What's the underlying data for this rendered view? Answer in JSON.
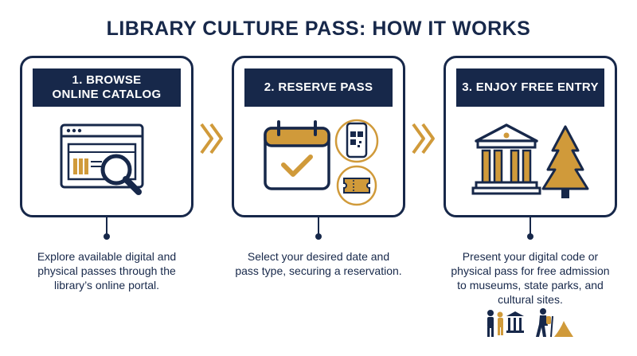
{
  "title": "LIBRARY CULTURE PASS: HOW IT WORKS",
  "steps": [
    {
      "heading_line1": "1. BROWSE",
      "heading_line2": "ONLINE CATALOG",
      "description": "Explore available digital and physical passes through the library’s online portal.",
      "icon": "web-catalog-search-icon"
    },
    {
      "heading_line1": "2. RESERVE PASS",
      "heading_line2": "",
      "description": "Select your desired date and pass type, securing a reservation.",
      "icon": "calendar-check-icon"
    },
    {
      "heading_line1": "3. ENJOY FREE ENTRY",
      "heading_line2": "",
      "description": "Present your digital code or physical pass for free admission to museums, state parks, and cultural sites.",
      "icon": "museum-and-tree-icon"
    }
  ],
  "colors": {
    "navy": "#17284a",
    "gold": "#d09a3a"
  }
}
